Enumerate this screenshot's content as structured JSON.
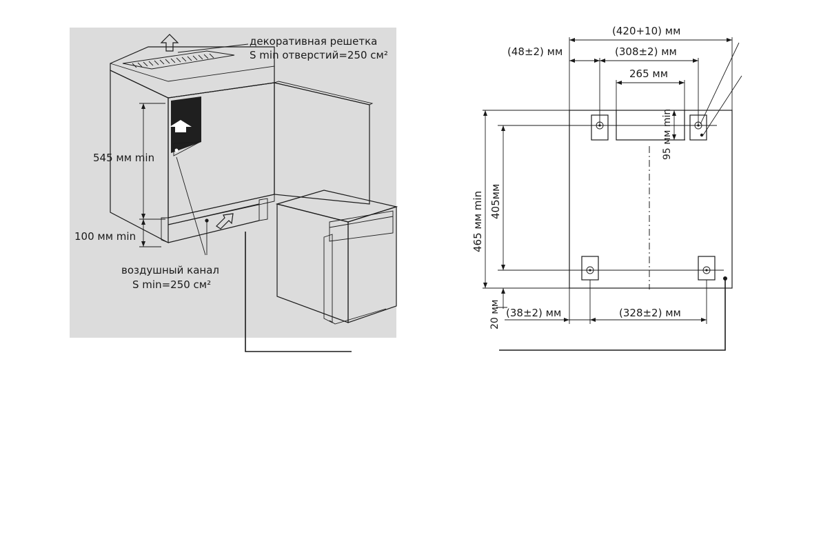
{
  "left_diagram": {
    "grille_label_1": "декоративная решетка",
    "grille_label_2": "S min отверстий=250 см²",
    "height_label": "545 мм min",
    "plinth_label": "100 мм min",
    "channel_label_1": "воздушный канал",
    "channel_label_2": "S min=250 см²"
  },
  "right_diagram": {
    "overall_width": "(420+10) мм",
    "left_offset": "(48±2) мм",
    "top_holes_span": "(308±2) мм",
    "cutout_width": "265 мм",
    "cutout_depth": "95 мм min",
    "overall_depth": "465 мм min",
    "holes_depth": "405мм",
    "bottom_offset": "20 мм",
    "bottom_left_offset": "(38±2) мм",
    "bottom_holes_span": "(328±2) мм"
  },
  "colors": {
    "panel_gray": "#dcdcdc",
    "plate_gray": "#e4e4e4",
    "line": "#1a1a1a"
  }
}
